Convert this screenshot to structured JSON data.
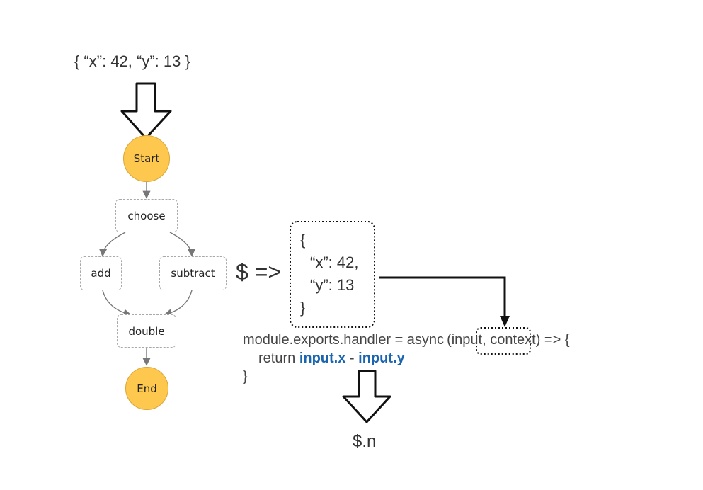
{
  "input_json": "{ “x”: 42, “y”: 13 }",
  "flow": {
    "start": "Start",
    "choose": "choose",
    "add": "add",
    "subtract": "subtract",
    "double": "double",
    "end": "End"
  },
  "dollar_arrow": "$ =>",
  "payload": {
    "open": "{",
    "x_line": "“x”: 42,",
    "y_line": "“y”: 13",
    "close": "}"
  },
  "code": {
    "line1_prefix": "module.exports.handler = async",
    "line1_input": "(input,",
    "line1_suffix": " context) => {",
    "line2_prefix": "return ",
    "line2_x": "input.x",
    "line2_minus": " - ",
    "line2_y": "input.y",
    "line3": "}"
  },
  "output": "$.n",
  "colors": {
    "node_fill": "#fdc84d",
    "highlight": "#1a64b0",
    "edge": "#777777"
  }
}
